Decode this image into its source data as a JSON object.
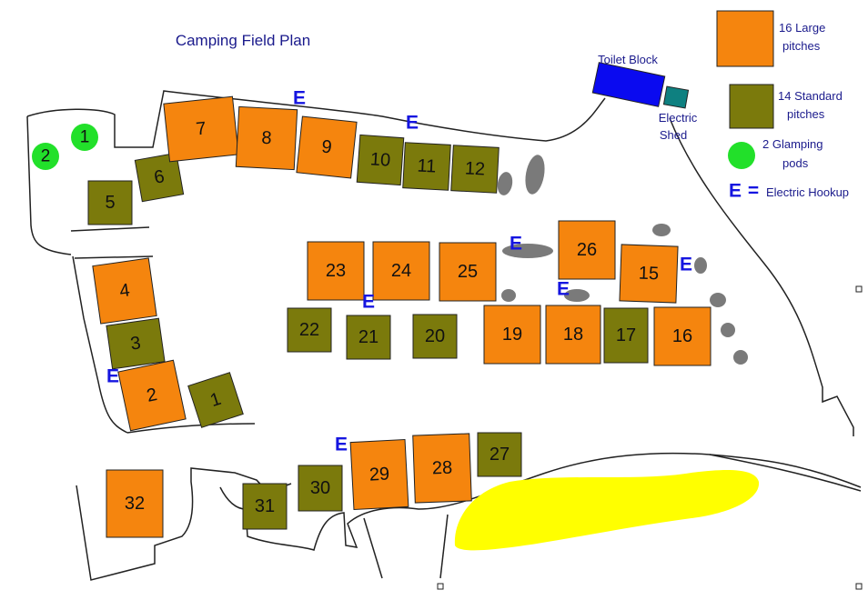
{
  "title": "Camping Field Plan",
  "labels": {
    "toilet_block": "Toilet Block",
    "electric_shed_line1": "Electric",
    "electric_shed_line2": "Shed"
  },
  "colors": {
    "large": "#f5850e",
    "standard": "#7b7a0c",
    "pod": "#22e02a",
    "electric": "#1515e0",
    "toilet": "#0a0af0",
    "shed": "#0e8080",
    "pond": "#ffff00",
    "rock": "#7a7a7a",
    "text": "#1a1a8c"
  },
  "legend": {
    "large_line1": "16 Large",
    "large_line2": "pitches",
    "standard_line1": "14 Standard",
    "standard_line2": "pitches",
    "pods_line1": "2 Glamping",
    "pods_line2": "pods",
    "electric_symbol": "E",
    "electric_eq": "=",
    "electric_label": "Electric Hookup"
  },
  "pitches": [
    {
      "label": "1",
      "type": "standard"
    },
    {
      "label": "2",
      "type": "large"
    },
    {
      "label": "3",
      "type": "standard"
    },
    {
      "label": "4",
      "type": "large"
    },
    {
      "label": "5",
      "type": "standard"
    },
    {
      "label": "6",
      "type": "standard"
    },
    {
      "label": "7",
      "type": "large"
    },
    {
      "label": "8",
      "type": "large"
    },
    {
      "label": "9",
      "type": "large"
    },
    {
      "label": "10",
      "type": "standard"
    },
    {
      "label": "11",
      "type": "standard"
    },
    {
      "label": "12",
      "type": "standard"
    },
    {
      "label": "15",
      "type": "large"
    },
    {
      "label": "16",
      "type": "large"
    },
    {
      "label": "17",
      "type": "standard"
    },
    {
      "label": "18",
      "type": "large"
    },
    {
      "label": "19",
      "type": "large"
    },
    {
      "label": "20",
      "type": "standard"
    },
    {
      "label": "21",
      "type": "standard"
    },
    {
      "label": "22",
      "type": "standard"
    },
    {
      "label": "23",
      "type": "large"
    },
    {
      "label": "24",
      "type": "large"
    },
    {
      "label": "25",
      "type": "large"
    },
    {
      "label": "26",
      "type": "large"
    },
    {
      "label": "27",
      "type": "standard"
    },
    {
      "label": "28",
      "type": "large"
    },
    {
      "label": "29",
      "type": "large"
    },
    {
      "label": "30",
      "type": "standard"
    },
    {
      "label": "31",
      "type": "standard"
    },
    {
      "label": "32",
      "type": "large"
    }
  ],
  "pods": [
    {
      "label": "1"
    },
    {
      "label": "2"
    }
  ],
  "electric_hookups": [
    "E",
    "E",
    "E",
    "E",
    "E",
    "E",
    "E",
    "E"
  ]
}
